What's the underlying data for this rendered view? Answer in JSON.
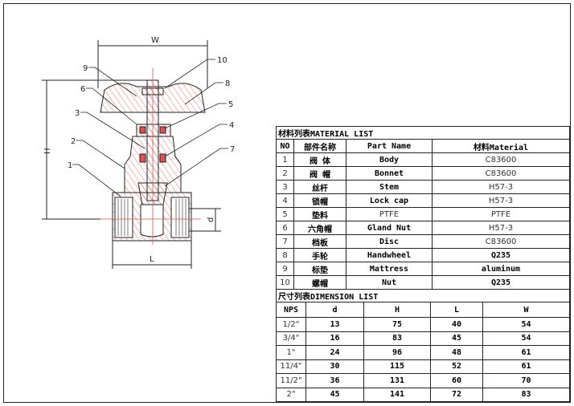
{
  "drawing": {
    "dimensions": {
      "W": "W",
      "H": "H",
      "L": "L",
      "d": "d"
    },
    "callouts": [
      "1",
      "2",
      "3",
      "4",
      "5",
      "6",
      "7",
      "8",
      "9",
      "10"
    ]
  },
  "material_list": {
    "title": "材料列表MATERIAL LIST",
    "headers": [
      "NO",
      "部件名称",
      "Part Name",
      "材料Material"
    ],
    "rows": [
      {
        "no": "1",
        "cn": "阀 体",
        "part": "Body",
        "material": "C83600"
      },
      {
        "no": "2",
        "cn": "阀 帽",
        "part": "Bonnet",
        "material": "C83600"
      },
      {
        "no": "3",
        "cn": "丝杆",
        "part": "Stem",
        "material": "H57-3"
      },
      {
        "no": "4",
        "cn": "锁帽",
        "part": "Lock cap",
        "material": "H57-3"
      },
      {
        "no": "5",
        "cn": "垫料",
        "part": "PTFE",
        "material": "PTFE"
      },
      {
        "no": "6",
        "cn": "六角帽",
        "part": "Gland Nut",
        "material": "H57-3"
      },
      {
        "no": "7",
        "cn": "档板",
        "part": "Disc",
        "material": "C83600"
      },
      {
        "no": "8",
        "cn": "手轮",
        "part": "Handwheel",
        "material": "Q235"
      },
      {
        "no": "9",
        "cn": "标垫",
        "part": "Mattress",
        "material": "aluminum"
      },
      {
        "no": "10",
        "cn": "螺帽",
        "part": "Nut",
        "material": "Q235"
      }
    ]
  },
  "dimension_list": {
    "title": "尺寸列表DIMENSION LIST",
    "headers": [
      "NPS",
      "d",
      "H",
      "L",
      "W"
    ],
    "rows": [
      [
        "1/2\"",
        "13",
        "75",
        "40",
        "54"
      ],
      [
        "3/4\"",
        "16",
        "83",
        "45",
        "54"
      ],
      [
        "1\"",
        "24",
        "96",
        "48",
        "61"
      ],
      [
        "11/4\"",
        "30",
        "115",
        "52",
        "61"
      ],
      [
        "11/2\"",
        "36",
        "131",
        "60",
        "70"
      ],
      [
        "2\"",
        "45",
        "141",
        "72",
        "83"
      ]
    ]
  }
}
